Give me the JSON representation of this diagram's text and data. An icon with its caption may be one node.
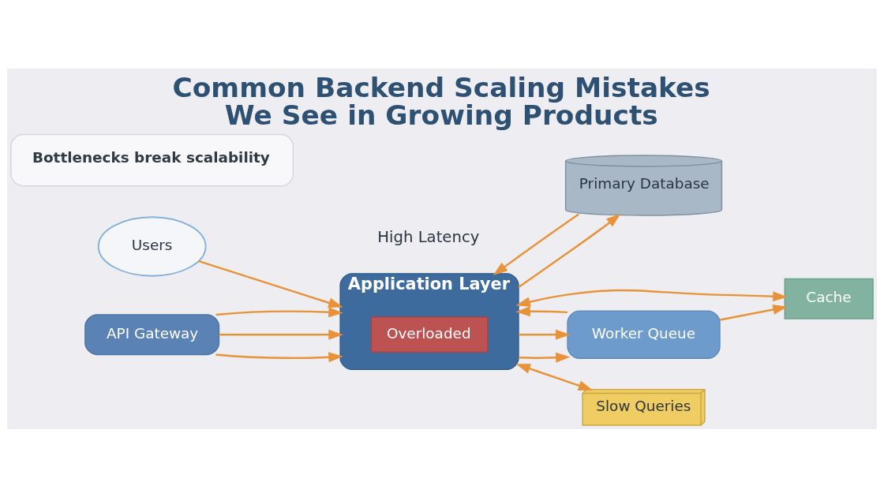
{
  "diagram": {
    "title": "Common Backend Scaling Mistakes We See in Growing Products",
    "nodes": [
      {
        "text": [
          "Users"
        ]
      },
      {
        "text": [
          "API Gateway"
        ]
      },
      {
        "text": [
          "Application Layer"
        ],
        "beside": [
          "High Latency"
        ]
      },
      {
        "text": [
          "Overloaded"
        ],
        "in": 2
      },
      {
        "text": [
          "Worker Queue"
        ]
      },
      {
        "text": [
          "Cache"
        ]
      },
      {
        "text": [
          "Primary Database"
        ]
      },
      {
        "text": [
          "Slow Queries"
        ]
      },
      {
        "text": [
          "Bottlenecks break scalability"
        ]
      }
    ],
    "edges": [
      {
        "from": 0,
        "to": 2,
        "arrow": "to"
      },
      {
        "from": 1,
        "to": 2,
        "arrow": "to"
      },
      {
        "from": 1,
        "to": 2,
        "arrow": "to"
      },
      {
        "from": 1,
        "to": 2,
        "arrow": "to"
      },
      {
        "from": 6,
        "to": 2,
        "arrow": "to"
      },
      {
        "from": 2,
        "to": 6,
        "arrow": "to"
      },
      {
        "from": 2,
        "to": 7,
        "arrow": "both"
      },
      {
        "from": 2,
        "to": 4,
        "arrow": "to"
      },
      {
        "from": 2,
        "to": 4,
        "arrow": "to"
      },
      {
        "from": 4,
        "to": 2,
        "arrow": "to"
      },
      {
        "from": 2,
        "to": 5,
        "arrow": "both"
      },
      {
        "from": 4,
        "to": 5,
        "arrow": "to"
      }
    ]
  }
}
